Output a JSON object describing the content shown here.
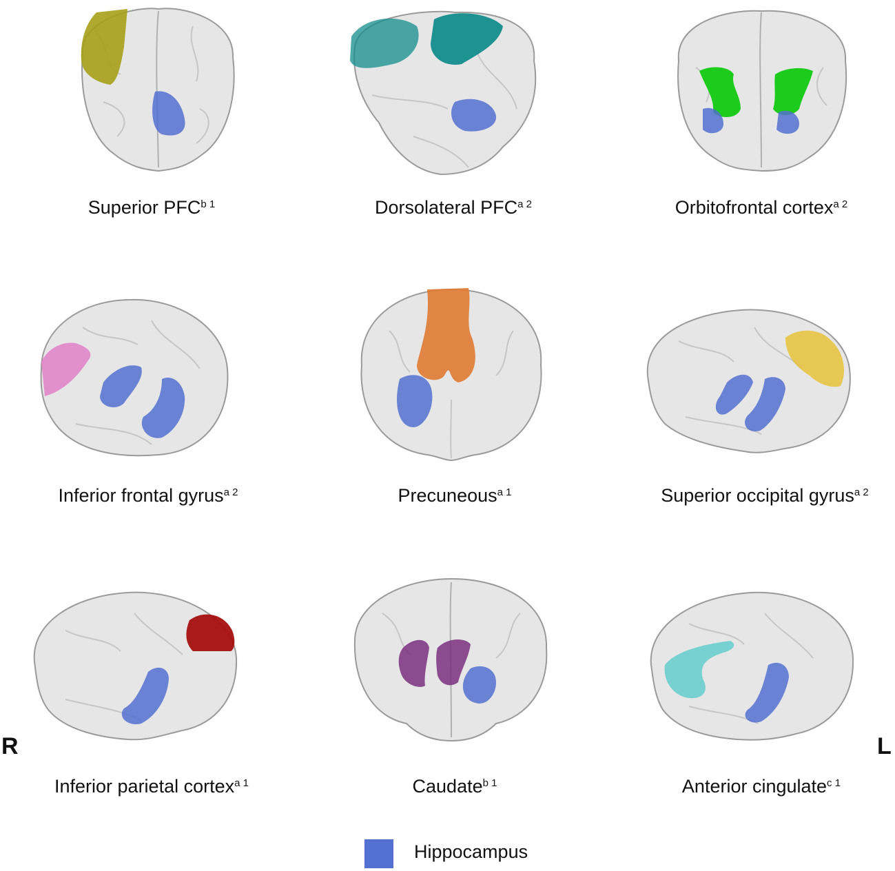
{
  "panels": [
    {
      "id": "superior-pfc",
      "name": "Superior PFC",
      "sup": "b 1",
      "view": "front",
      "region_color": "#a6a01a",
      "hippo": "right"
    },
    {
      "id": "dorsolateral-pfc",
      "name": "Dorsolateral PFC",
      "sup": "a 2",
      "view": "front-oblique",
      "region_color": "#138c8c",
      "hippo": "right"
    },
    {
      "id": "orbitofrontal-cortex",
      "name": "Orbitofrontal cortex",
      "sup": "a 2",
      "view": "front",
      "region_color": "#1ccb1c",
      "hippo": "both"
    },
    {
      "id": "inferior-frontal-gyrus",
      "name": "Inferior frontal gyrus",
      "sup": "a 2",
      "view": "oblique",
      "region_color": "#e07fc8",
      "hippo": "both"
    },
    {
      "id": "precuneous",
      "name": "Precuneous",
      "sup": "a 1",
      "view": "back",
      "region_color": "#e07a33",
      "hippo": "left"
    },
    {
      "id": "superior-occipital-gyrus",
      "name": "Superior occipital gyrus",
      "sup": "a 2",
      "view": "lateral",
      "region_color": "#e8c23a",
      "hippo": "both"
    },
    {
      "id": "inferior-parietal-cortex",
      "name": "Inferior parietal cortex",
      "sup": "a 1",
      "view": "lateral",
      "region_color": "#a50f0f",
      "hippo": "single"
    },
    {
      "id": "caudate",
      "name": "Caudate",
      "sup": "b 1",
      "view": "front",
      "region_color": "#7a2f7f",
      "hippo": "right"
    },
    {
      "id": "anterior-cingulate",
      "name": "Anterior cingulate",
      "sup": "c 1",
      "view": "lateral",
      "region_color": "#63cdcd",
      "hippo": "single"
    }
  ],
  "side_labels": {
    "right": "R",
    "left": "L"
  },
  "legend": {
    "label": "Hippocampus",
    "color": "#5470d0"
  }
}
